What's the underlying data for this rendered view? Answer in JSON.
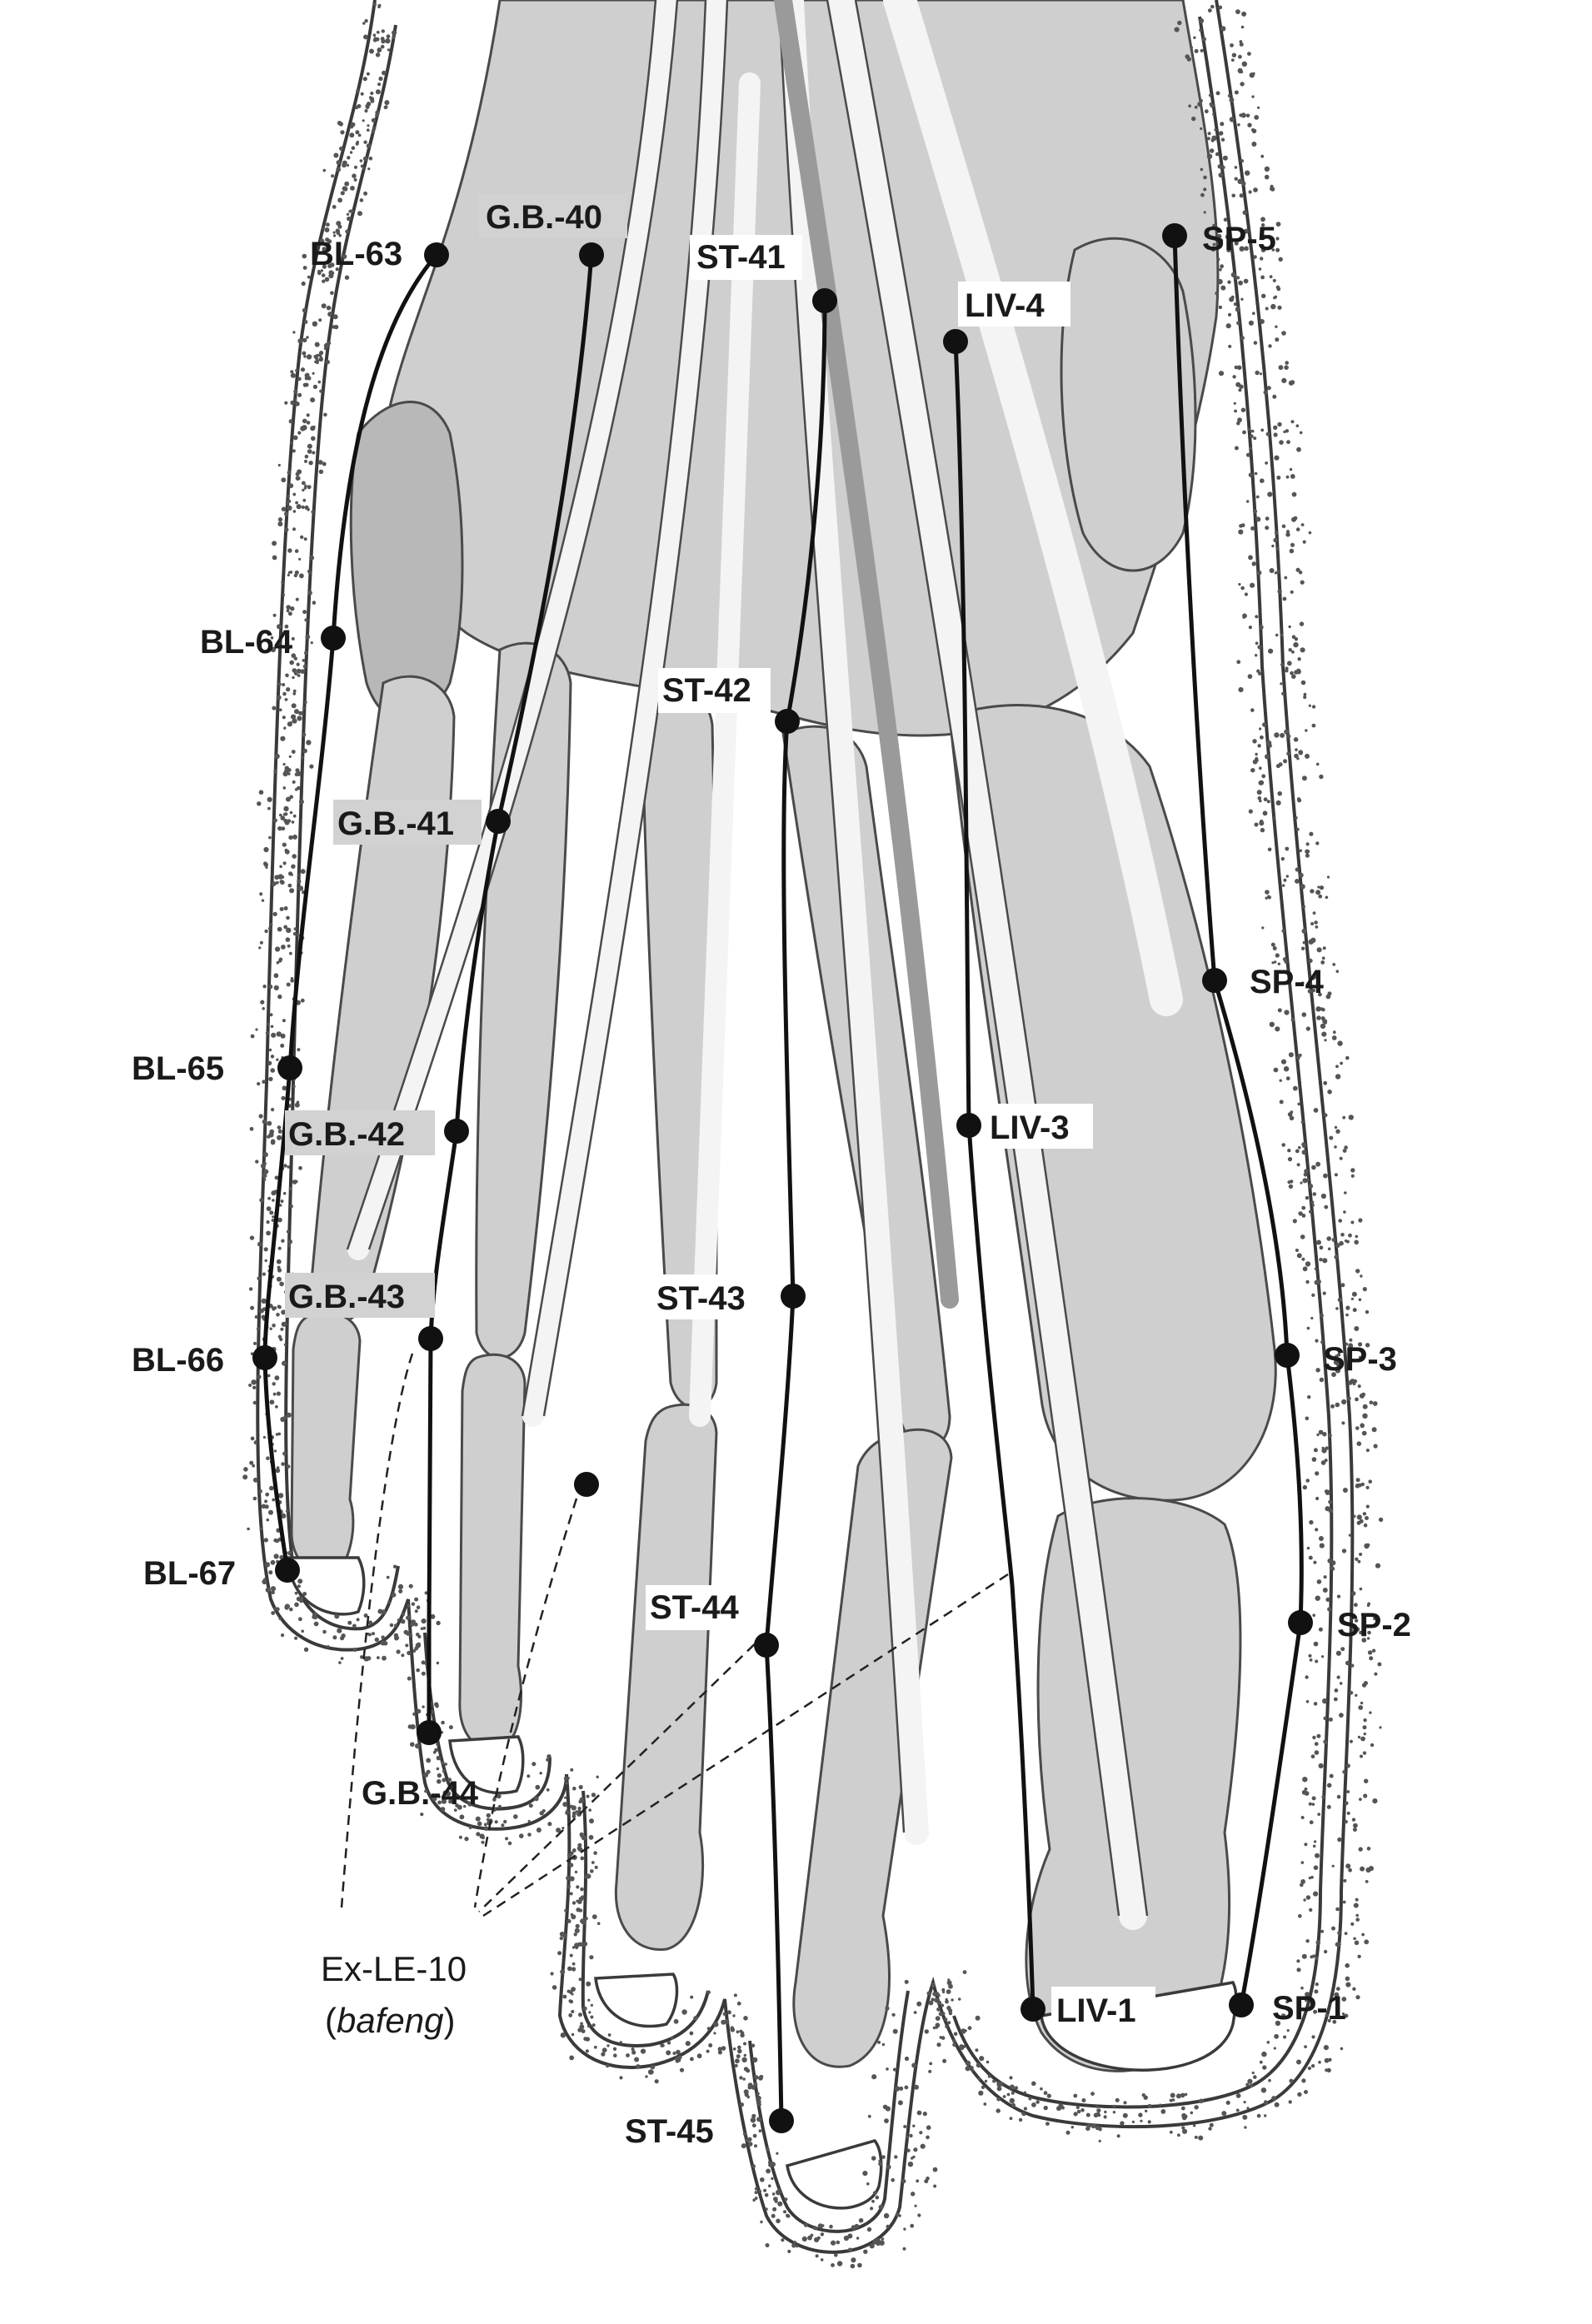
{
  "colors": {
    "bone": "#cfcfcf",
    "bone_outline": "#4a4a4a",
    "skin_outline": "#3a3a3a",
    "meridian": "#111111",
    "point": "#111111",
    "tendon": "#f4f4f4",
    "label_highlight": "#d2d2d2"
  },
  "points": {
    "bl63": "BL-63",
    "bl64": "BL-64",
    "bl65": "BL-65",
    "bl66": "BL-66",
    "bl67": "BL-67",
    "gb40": "G.B.-40",
    "gb41": "G.B.-41",
    "gb42": "G.B.-42",
    "gb43": "G.B.-43",
    "gb44": "G.B.-44",
    "st41": "ST-41",
    "st42": "ST-42",
    "st43": "ST-43",
    "st44": "ST-44",
    "st45": "ST-45",
    "liv4": "LIV-4",
    "liv3": "LIV-3",
    "liv1": "LIV-1",
    "sp5": "SP-5",
    "sp4": "SP-4",
    "sp3": "SP-3",
    "sp2": "SP-2",
    "sp1": "SP-1"
  },
  "extra_point": {
    "code": "Ex-LE-10",
    "open_paren": "(",
    "name": "bafeng",
    "close_paren": ")"
  }
}
